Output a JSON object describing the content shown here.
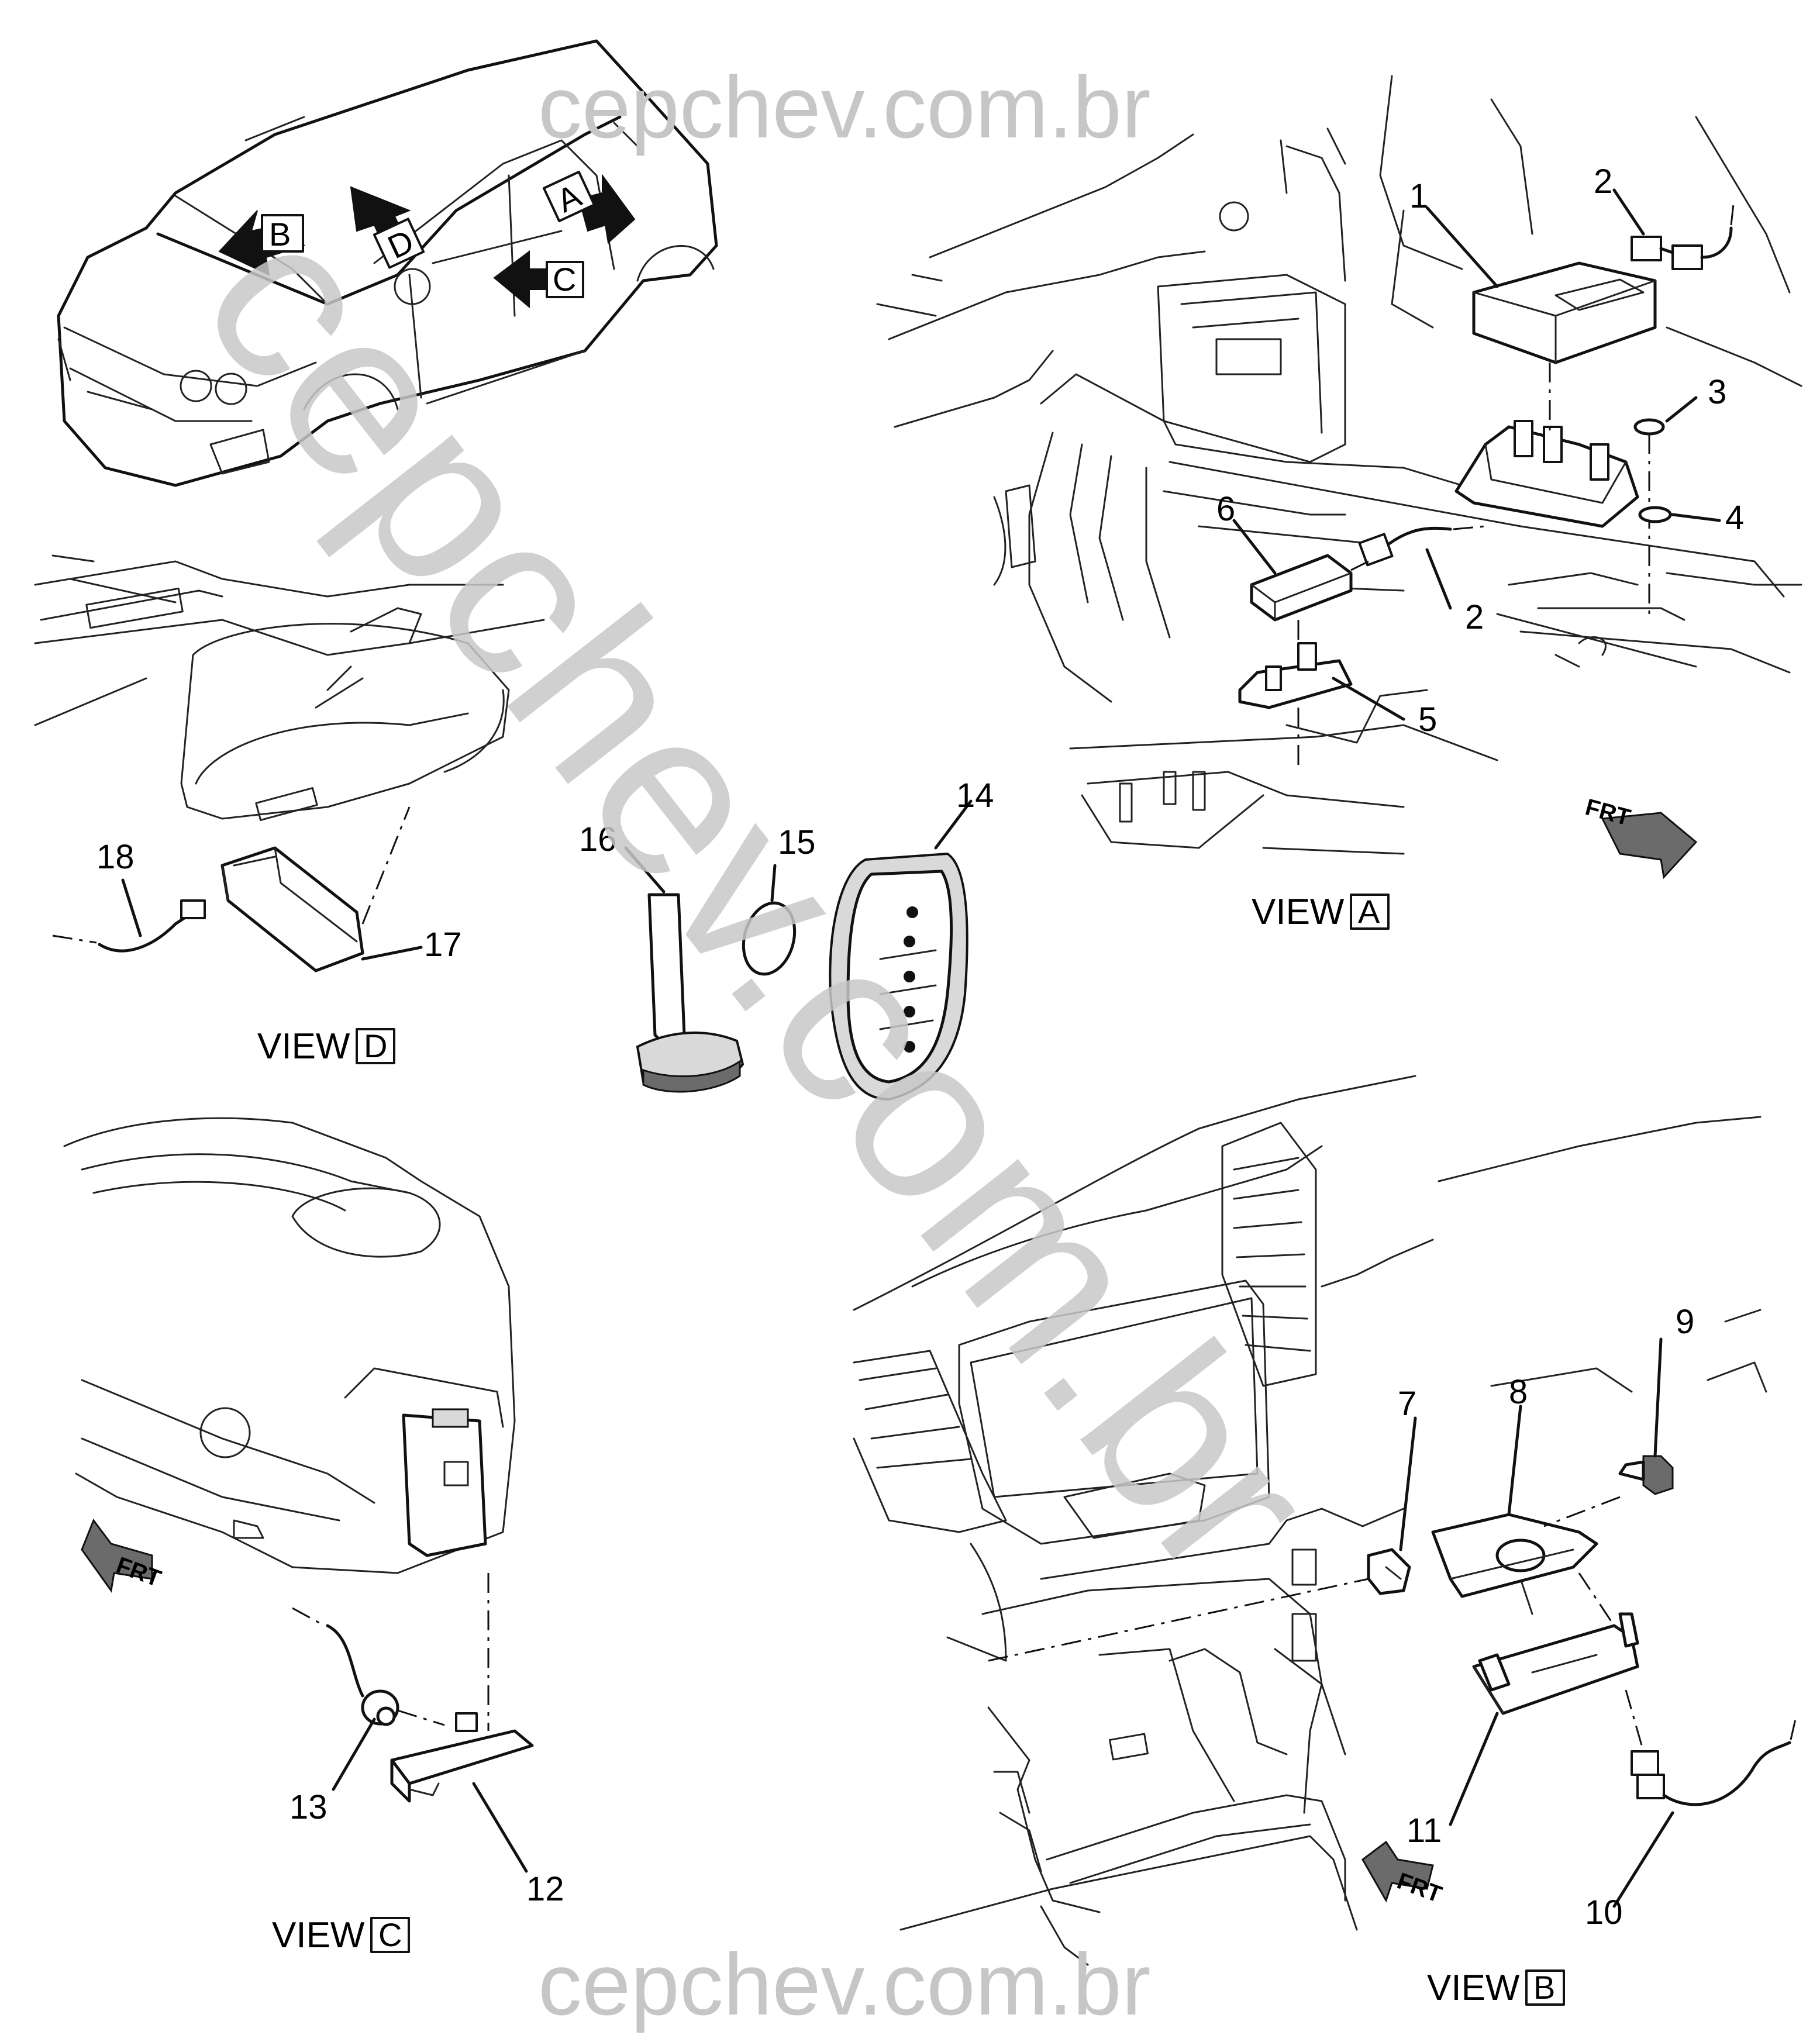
{
  "watermarks": {
    "top": "cepchev.com.br",
    "bottom": "cepchev.com.br",
    "diagonal": "cepchev.com.br"
  },
  "callouts": {
    "n1": "1",
    "n2a": "2",
    "n2b": "2",
    "n3": "3",
    "n4": "4",
    "n5": "5",
    "n6": "6",
    "n7": "7",
    "n8": "8",
    "n9": "9",
    "n10": "10",
    "n11": "11",
    "n12": "12",
    "n13": "13",
    "n14": "14",
    "n15": "15",
    "n16": "16",
    "n17": "17",
    "n18": "18"
  },
  "views": {
    "a": {
      "word": "VIEW",
      "letter": "A"
    },
    "b": {
      "word": "VIEW",
      "letter": "B"
    },
    "c": {
      "word": "VIEW",
      "letter": "C"
    },
    "d": {
      "word": "VIEW",
      "letter": "D"
    }
  },
  "car_arrows": {
    "a": "A",
    "b": "B",
    "c": "C",
    "d": "D"
  },
  "front_label": "FRT",
  "icons": [
    "arrow-icon",
    "front-direction-icon"
  ]
}
